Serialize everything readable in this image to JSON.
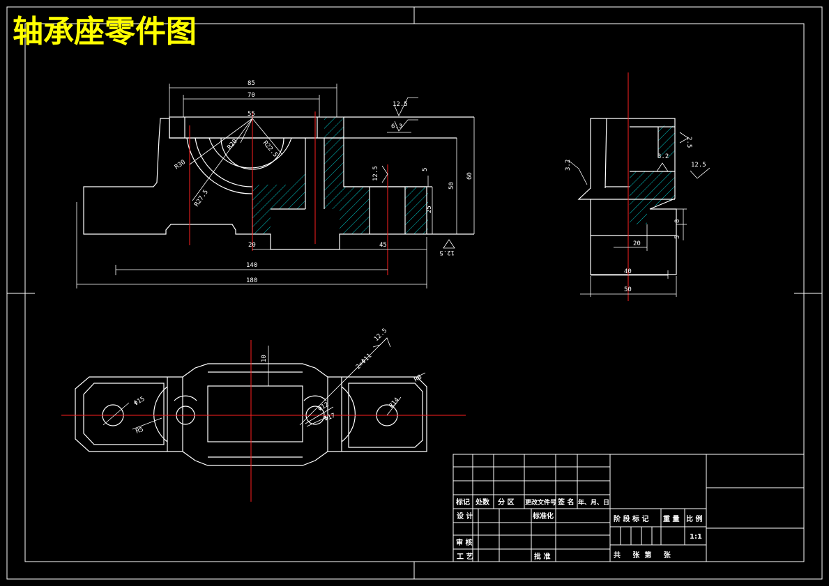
{
  "title": "轴承座零件图",
  "colors": {
    "background": "#000000",
    "outline": "#ffffff",
    "centerline": "#ff2020",
    "hatch": "#00c8c8",
    "title": "#ffff00"
  },
  "front_view": {
    "dims": {
      "d85": "85",
      "d70": "70",
      "d55": "55",
      "r30": "R30",
      "r20": "R20",
      "r22_5": "R22.5",
      "r27_5": "R27.5",
      "rough1": "12.5",
      "rough2": "6.3",
      "rough3": "12.5",
      "rough_bottom": "12.5",
      "d5": "5",
      "d25": "25",
      "d50": "50",
      "d60": "60",
      "d20": "20",
      "d45": "45",
      "d140": "140",
      "d180": "180"
    }
  },
  "side_view": {
    "dims": {
      "rough_left": "3.2",
      "rough_a": "3.2",
      "rough_b": "12.5",
      "rough_c": "2.5",
      "d5": "5",
      "d8": "8",
      "d20": "20",
      "d40": "40",
      "d50": "50"
    }
  },
  "top_view": {
    "dims": {
      "d10": "10",
      "holes": "2×Φ11",
      "rough": "12.5",
      "r8": "R8",
      "phi15": "Φ15",
      "r5": "R5",
      "phi12": "Φ12",
      "phi17": "Φ17",
      "r14": "R14"
    }
  },
  "title_block": {
    "rev_headers": [
      "标记",
      "处数",
      "分 区",
      "更改文件号",
      "签 名",
      "年、月、日"
    ],
    "design": "设 计",
    "standardize": "标准化",
    "stage": "阶 段 标 记",
    "weight": "重 量",
    "scale": "比 例",
    "scale_value": "1:1",
    "review": "审 核",
    "process": "工 艺",
    "approve": "批 准",
    "sheets": "共     张  第     张"
  }
}
